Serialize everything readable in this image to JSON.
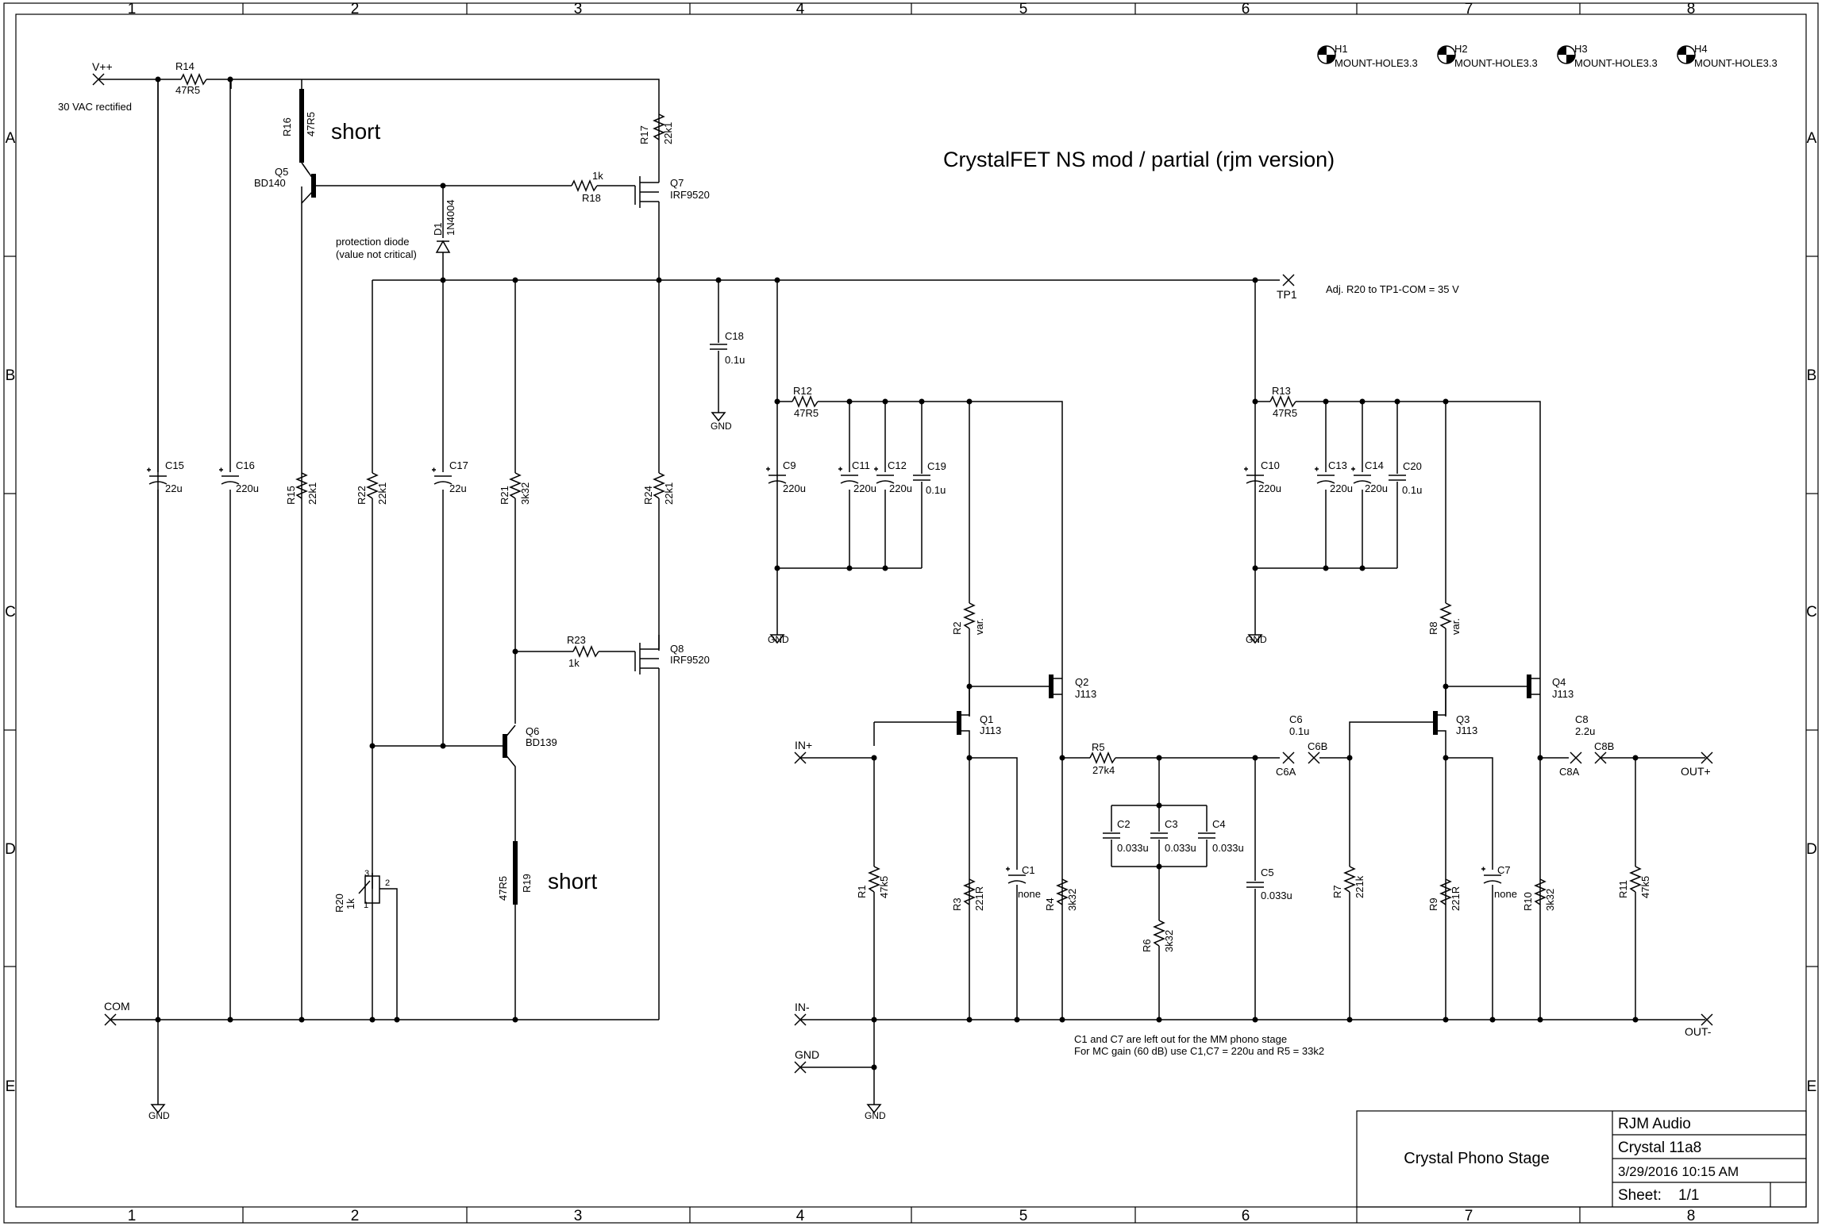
{
  "title": "CrystalFET NS mod / partial (rjm version)",
  "frame": {
    "columns": [
      "1",
      "2",
      "3",
      "4",
      "5",
      "6",
      "7",
      "8"
    ],
    "rows": [
      "A",
      "B",
      "C",
      "D",
      "E"
    ]
  },
  "title_block": {
    "company": "RJM Audio",
    "document": "Crystal 11a8",
    "date": "3/29/2016 10:15 AM",
    "sheet_label": "Sheet:",
    "sheet_value": "1/1",
    "project": "Crystal Phono Stage"
  },
  "mount_holes": [
    {
      "ref": "H1",
      "value": "MOUNT-HOLE3.3"
    },
    {
      "ref": "H2",
      "value": "MOUNT-HOLE3.3"
    },
    {
      "ref": "H3",
      "value": "MOUNT-HOLE3.3"
    },
    {
      "ref": "H4",
      "value": "MOUNT-HOLE3.3"
    }
  ],
  "notes": {
    "short_top": "short",
    "short_bottom": "short",
    "protection_1": "protection diode",
    "protection_2": "(value not critical)",
    "rectified": "30 VAC rectified",
    "adjust": "Adj. R20 to TP1-COM = 35 V",
    "mm_note_1": "C1 and C7 are left out for the MM phono stage",
    "mm_note_2": "For MC gain (60 dB) use C1,C7 = 220u and R5 = 33k2"
  },
  "nets": {
    "vpp": "V++",
    "com": "COM",
    "gnd": "GND",
    "tp1": "TP1",
    "in_plus": "IN+",
    "in_minus": "IN-",
    "out_plus": "OUT+",
    "out_minus": "OUT-",
    "c6a": "C6A",
    "c6b": "C6B",
    "c8a": "C8A",
    "c8b": "C8B"
  },
  "components": {
    "R14": {
      "ref": "R14",
      "value": "47R5"
    },
    "R16": {
      "ref": "R16",
      "value": "47R5"
    },
    "R17": {
      "ref": "R17",
      "value": "22k1"
    },
    "R18": {
      "ref": "R18",
      "value": "1k"
    },
    "R15": {
      "ref": "R15",
      "value": "22k1"
    },
    "R22": {
      "ref": "R22",
      "value": "22k1"
    },
    "R21": {
      "ref": "R21",
      "value": "3k32"
    },
    "R24": {
      "ref": "R24",
      "value": "22k1"
    },
    "R23": {
      "ref": "R23",
      "value": "1k"
    },
    "R19": {
      "ref": "R19",
      "value": "47R5"
    },
    "R20": {
      "ref": "R20",
      "value": "1k",
      "pin1": "1",
      "pin2": "2",
      "pin3": "3"
    },
    "R12": {
      "ref": "R12",
      "value": "47R5"
    },
    "R13": {
      "ref": "R13",
      "value": "47R5"
    },
    "R2": {
      "ref": "R2",
      "value": "var."
    },
    "R8": {
      "ref": "R8",
      "value": "var."
    },
    "R1": {
      "ref": "R1",
      "value": "47k5"
    },
    "R3": {
      "ref": "R3",
      "value": "221R"
    },
    "R4": {
      "ref": "R4",
      "value": "3k32"
    },
    "R5": {
      "ref": "R5",
      "value": "27k4"
    },
    "R6": {
      "ref": "R6",
      "value": "3k32"
    },
    "R7": {
      "ref": "R7",
      "value": "221k"
    },
    "R9": {
      "ref": "R9",
      "value": "221R"
    },
    "R10": {
      "ref": "R10",
      "value": "3k32"
    },
    "R11": {
      "ref": "R11",
      "value": "47k5"
    },
    "C15": {
      "ref": "C15",
      "value": "22u"
    },
    "C16": {
      "ref": "C16",
      "value": "220u"
    },
    "C17": {
      "ref": "C17",
      "value": "22u"
    },
    "C18": {
      "ref": "C18",
      "value": "0.1u"
    },
    "C9": {
      "ref": "C9",
      "value": "220u"
    },
    "C10": {
      "ref": "C10",
      "value": "220u"
    },
    "C11": {
      "ref": "C11",
      "value": "220u"
    },
    "C12": {
      "ref": "C12",
      "value": "220u"
    },
    "C13": {
      "ref": "C13",
      "value": "220u"
    },
    "C14": {
      "ref": "C14",
      "value": "220u"
    },
    "C19": {
      "ref": "C19",
      "value": "0.1u"
    },
    "C20": {
      "ref": "C20",
      "value": "0.1u"
    },
    "C1": {
      "ref": "C1",
      "value": "none"
    },
    "C7": {
      "ref": "C7",
      "value": "none"
    },
    "C2": {
      "ref": "C2",
      "value": "0.033u"
    },
    "C3": {
      "ref": "C3",
      "value": "0.033u"
    },
    "C4": {
      "ref": "C4",
      "value": "0.033u"
    },
    "C5": {
      "ref": "C5",
      "value": "0.033u"
    },
    "C6": {
      "ref": "C6",
      "value": "0.1u"
    },
    "C8": {
      "ref": "C8",
      "value": "2.2u"
    },
    "Q5": {
      "ref": "Q5",
      "value": "BD140"
    },
    "Q6": {
      "ref": "Q6",
      "value": "BD139"
    },
    "Q7": {
      "ref": "Q7",
      "value": "IRF9520"
    },
    "Q8": {
      "ref": "Q8",
      "value": "IRF9520"
    },
    "Q1": {
      "ref": "Q1",
      "value": "J113"
    },
    "Q2": {
      "ref": "Q2",
      "value": "J113"
    },
    "Q3": {
      "ref": "Q3",
      "value": "J113"
    },
    "Q4": {
      "ref": "Q4",
      "value": "J113"
    },
    "D1": {
      "ref": "D1",
      "value": "1N4004"
    }
  }
}
